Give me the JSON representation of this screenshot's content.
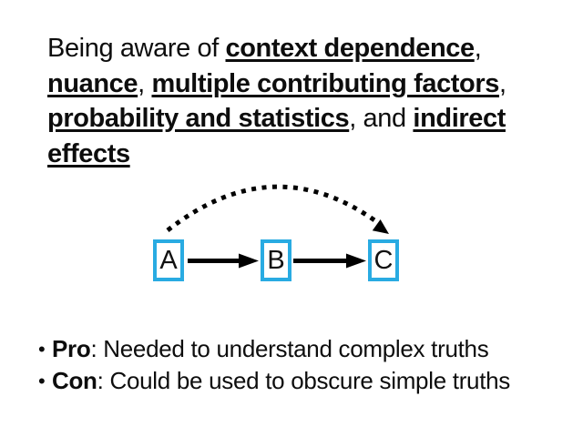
{
  "slide": {
    "title": {
      "full_text": "Being aware of context dependence, nuance, multiple contributing factors, probability and statistics, and indirect effects",
      "lines": [
        {
          "runs": [
            {
              "text": "Being aware of ",
              "u": false
            },
            {
              "text": "context dependence",
              "u": true
            },
            {
              "text": ",",
              "u": false
            }
          ]
        },
        {
          "runs": [
            {
              "text": "nuance",
              "u": true
            },
            {
              "text": ", ",
              "u": false
            },
            {
              "text": "multiple contributing factors",
              "u": true
            },
            {
              "text": ",",
              "u": false
            }
          ]
        },
        {
          "runs": [
            {
              "text": "probability and statistics",
              "u": true
            },
            {
              "text": ", and ",
              "u": false
            },
            {
              "text": "indirect",
              "u": true
            }
          ]
        },
        {
          "runs": [
            {
              "text": "effects",
              "u": true
            }
          ]
        }
      ]
    },
    "diagram": {
      "nodes": [
        {
          "label": "A"
        },
        {
          "label": "B"
        },
        {
          "label": "C"
        }
      ],
      "edges": [
        {
          "from": "A",
          "to": "B",
          "style": "solid"
        },
        {
          "from": "B",
          "to": "C",
          "style": "solid"
        },
        {
          "from": "A",
          "to": "C",
          "style": "dotted-arc"
        }
      ]
    },
    "bullets": [
      {
        "bullet": "•",
        "label": "Pro",
        "rest": ": Needed to understand complex truths"
      },
      {
        "bullet": "•",
        "label": "Con",
        "rest": ": Could be used to obscure simple truths"
      }
    ],
    "colors": {
      "node_border": "#29ABE2",
      "text": "#0d0d0d",
      "arrow": "#000000",
      "background": "#ffffff"
    }
  }
}
